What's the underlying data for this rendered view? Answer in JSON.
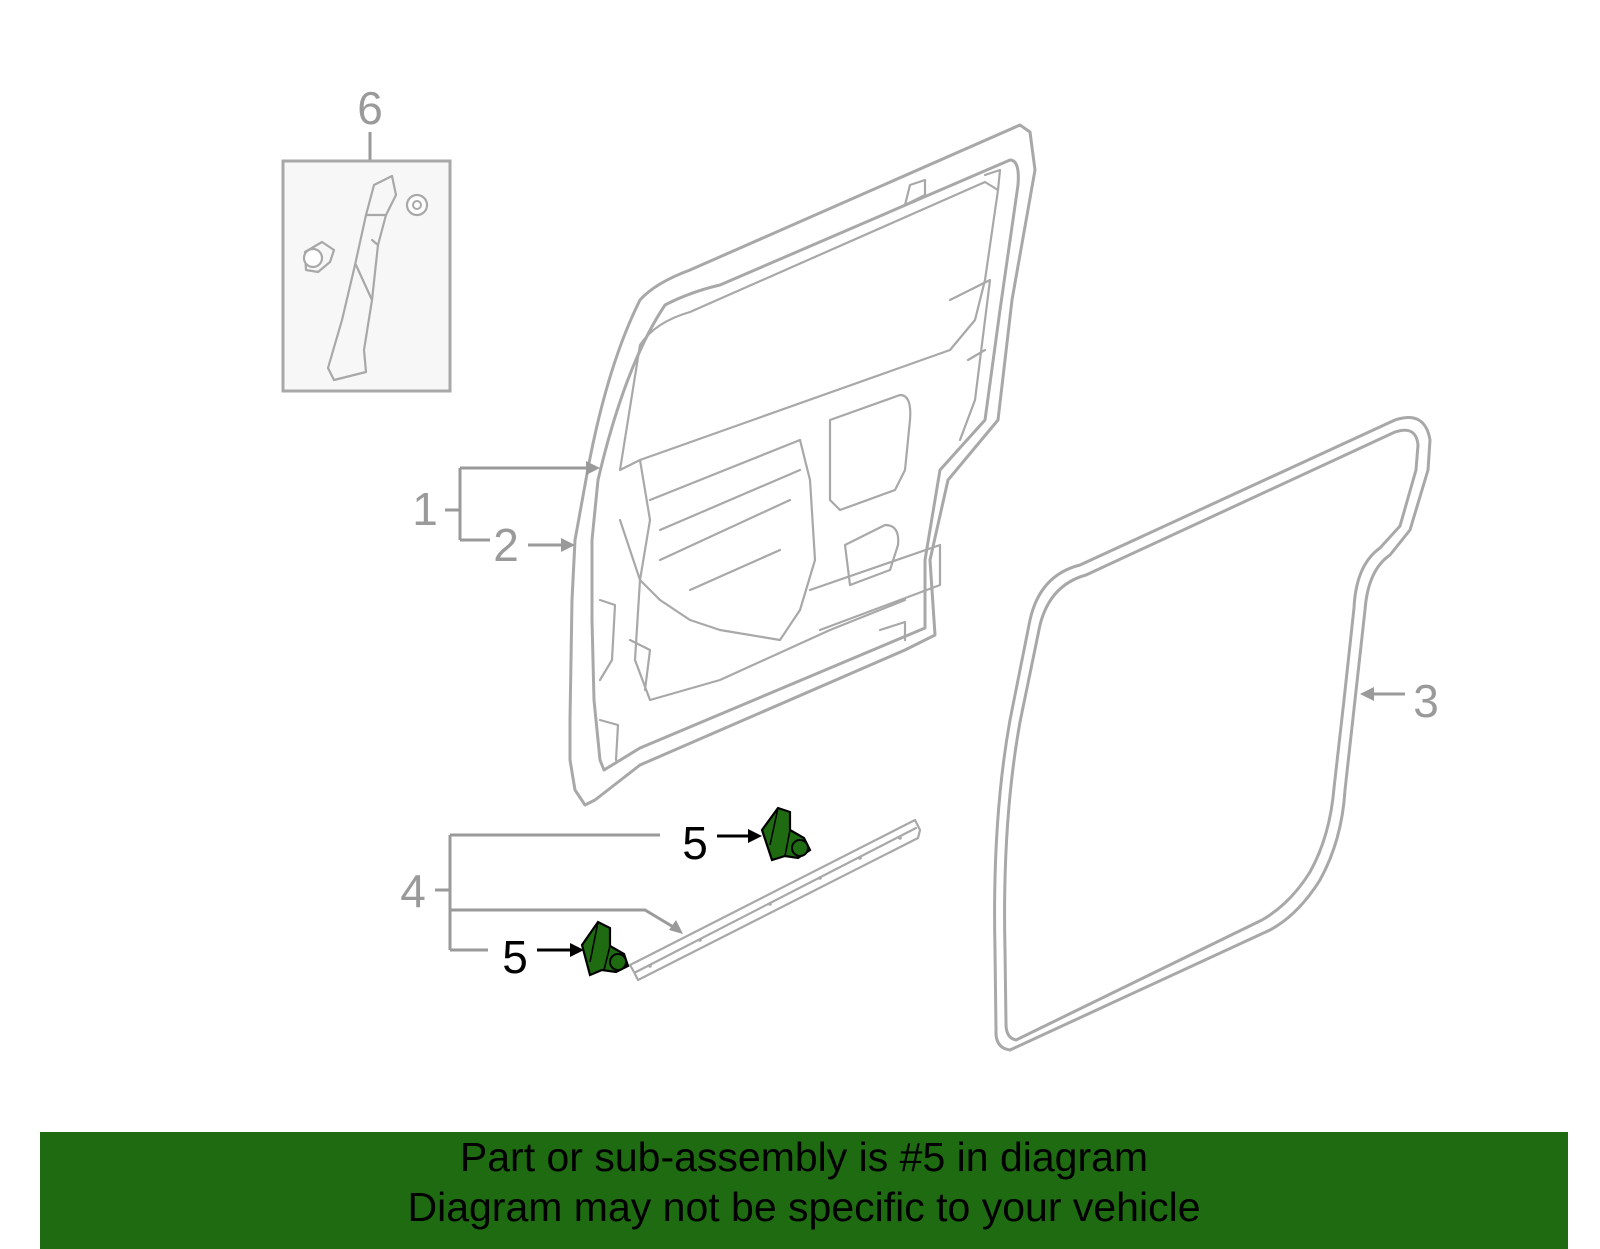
{
  "diagram": {
    "callouts": {
      "door_shell_assembly": "1",
      "door_shell": "2",
      "weatherstrip": "3",
      "lower_seal": "4",
      "clip_upper": "5",
      "clip_lower": "5",
      "trim_kit": "6"
    },
    "highlight_part": "5",
    "highlight_color": "#1f6b12"
  },
  "caption": {
    "background": "#1f6b12",
    "line1": "Part or sub-assembly is #5 in diagram",
    "line2": "Diagram may not be specific to your vehicle"
  }
}
